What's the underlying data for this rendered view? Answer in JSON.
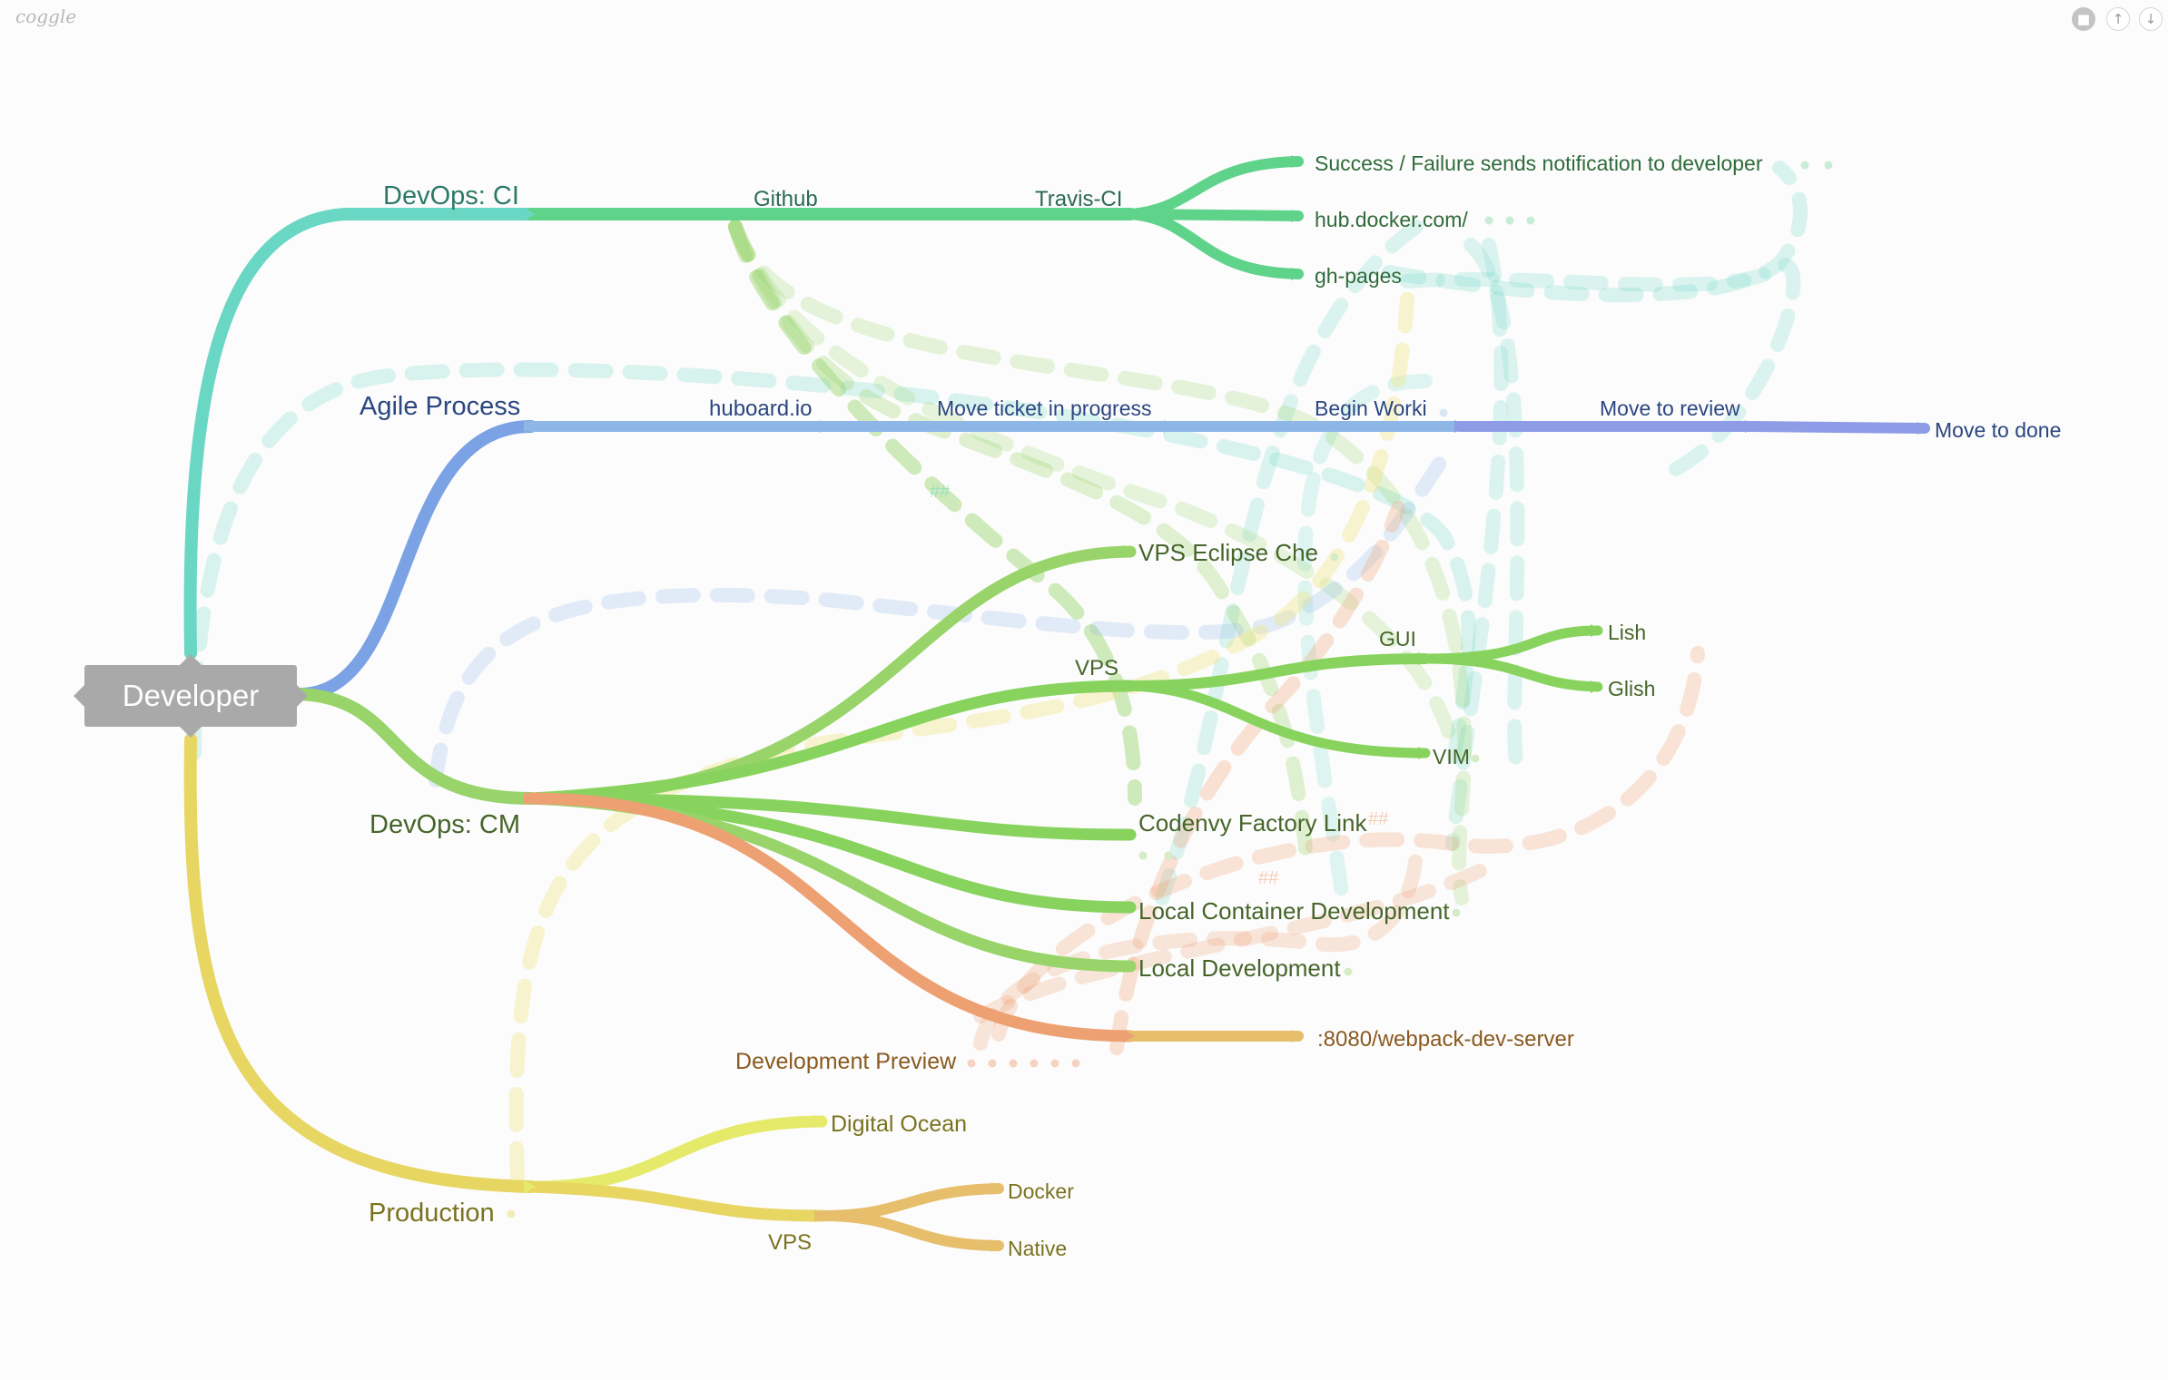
{
  "app": {
    "logo": "coggle"
  },
  "toolbar": {
    "chat_icon": "chat-bubble-icon",
    "upload_icon": "upload-arrow-icon",
    "download_icon": "download-arrow-icon"
  },
  "colors": {
    "ci": "#6ad6c4",
    "ci_green": "#5fd38a",
    "agile": "#7ba2e4",
    "agile_light": "#8eb6e6",
    "agile_purple": "#8e9be6",
    "cm": "#98d46a",
    "cm_green": "#88d35e",
    "orange": "#eda173",
    "gold": "#e6be6c",
    "production": "#e7d662",
    "light_yellow": "#e6ea6a",
    "central_node": "#a9a9a9"
  },
  "mindmap": {
    "root": "Developer",
    "labels": [
      {
        "id": "devops-ci",
        "text": "DevOps: CI",
        "color": "#2c7a66"
      },
      {
        "id": "github",
        "text": "Github",
        "color": "#2c6a55"
      },
      {
        "id": "travis-ci",
        "text": "Travis-CI",
        "color": "#2c6a55"
      },
      {
        "id": "success-failure",
        "text": "Success / Failure sends notification to developer",
        "color": "#2f6b3a"
      },
      {
        "id": "hub-docker",
        "text": "hub.docker.com/",
        "color": "#2f6b3a"
      },
      {
        "id": "gh-pages",
        "text": "gh-pages",
        "color": "#2f6b3a"
      },
      {
        "id": "agile-process",
        "text": "Agile Process",
        "color": "#2b4680"
      },
      {
        "id": "huboard",
        "text": "huboard.io",
        "color": "#2b4680"
      },
      {
        "id": "move-in-progress",
        "text": "Move ticket in progress",
        "color": "#2b4680"
      },
      {
        "id": "begin-worki",
        "text": "Begin Worki",
        "color": "#2b4680"
      },
      {
        "id": "move-to-review",
        "text": "Move to review",
        "color": "#2b4680"
      },
      {
        "id": "move-to-done",
        "text": "Move to done",
        "color": "#2b4680"
      },
      {
        "id": "devops-cm",
        "text": "DevOps: CM",
        "color": "#46652a"
      },
      {
        "id": "vps-eclipse-che",
        "text": "VPS Eclipse Che",
        "color": "#46652a"
      },
      {
        "id": "cm-vps",
        "text": "VPS",
        "color": "#46652a"
      },
      {
        "id": "gui",
        "text": "GUI",
        "color": "#46652a"
      },
      {
        "id": "lish",
        "text": "Lish",
        "color": "#46652a"
      },
      {
        "id": "glish",
        "text": "Glish",
        "color": "#46652a"
      },
      {
        "id": "vim",
        "text": "VIM",
        "color": "#46652a"
      },
      {
        "id": "codenvy",
        "text": "Codenvy Factory Link",
        "color": "#46652a"
      },
      {
        "id": "local-container",
        "text": "Local Container Development",
        "color": "#46652a"
      },
      {
        "id": "local-dev",
        "text": "Local Development",
        "color": "#46652a"
      },
      {
        "id": "webpack",
        "text": ":8080/webpack-dev-server",
        "color": "#8a5a20"
      },
      {
        "id": "dev-preview",
        "text": "Development Preview",
        "color": "#8a5a20"
      },
      {
        "id": "production",
        "text": "Production",
        "color": "#7a7220"
      },
      {
        "id": "digital-ocean",
        "text": "Digital Ocean",
        "color": "#7a7220"
      },
      {
        "id": "prod-vps",
        "text": "VPS",
        "color": "#7a7220"
      },
      {
        "id": "docker",
        "text": "Docker",
        "color": "#7a7220"
      },
      {
        "id": "native",
        "text": "Native",
        "color": "#7a7220"
      }
    ],
    "link_markers": [
      {
        "id": "hash-1",
        "text": "##"
      },
      {
        "id": "hash-2",
        "text": "##"
      },
      {
        "id": "hash-3",
        "text": "##"
      }
    ]
  }
}
